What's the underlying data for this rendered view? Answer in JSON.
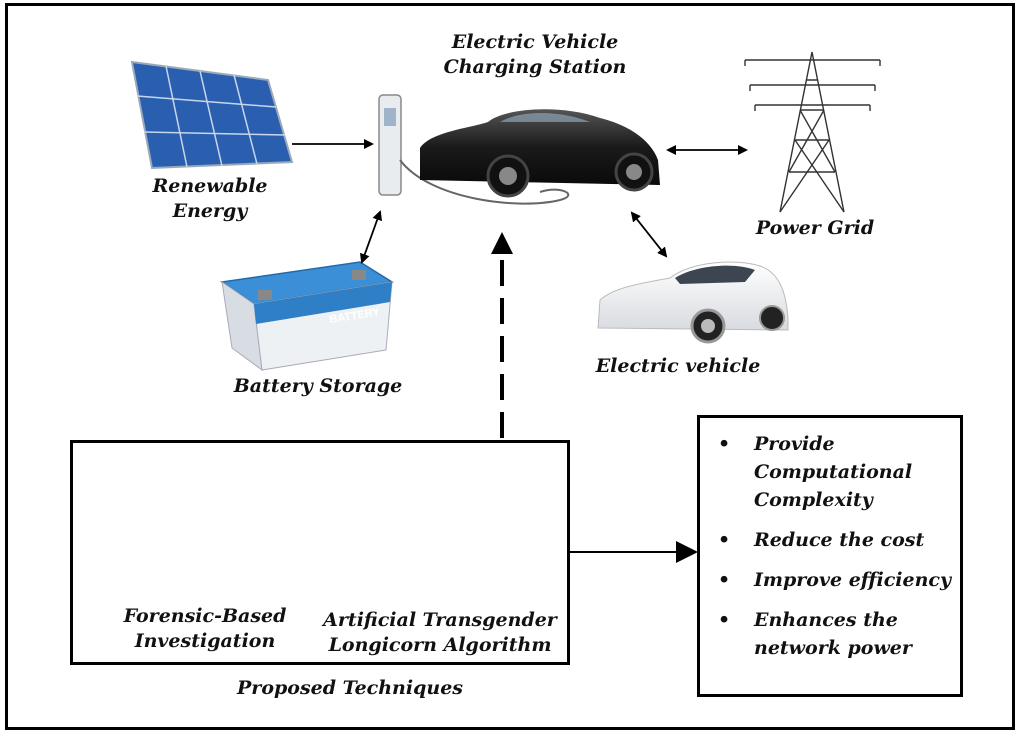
{
  "nodes": {
    "charging_station": [
      "Electric Vehicle",
      "Charging Station"
    ],
    "renewable_energy": [
      "Renewable",
      "Energy"
    ],
    "power_grid": "Power Grid",
    "battery_storage": "Battery Storage",
    "electric_vehicle": "Electric vehicle",
    "battery_label": "BATTERY"
  },
  "techniques": {
    "caption": "Proposed Techniques",
    "forensic": [
      "Forensic-Based",
      "Investigation"
    ],
    "longicorn": [
      "Artificial Transgender",
      "Longicorn Algorithm"
    ]
  },
  "benefits": [
    [
      "Provide",
      "Computational",
      "Complexity"
    ],
    [
      "Reduce the cost"
    ],
    [
      "Improve efficiency"
    ],
    [
      "Enhances the",
      "network power"
    ]
  ],
  "colors": {
    "solar_panel": "#2a5fb0",
    "battery_top": "#3a8fd6",
    "car_black": "#1a1a1a",
    "border": "#000000"
  }
}
